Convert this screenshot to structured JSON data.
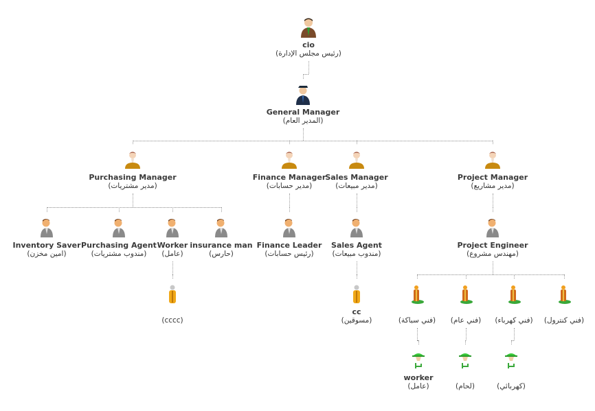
{
  "org_chart": {
    "nodes": [
      {
        "id": "cio",
        "title": "cio",
        "subtitle": "(رئيس مجلس الإدارة)",
        "icon": "executive-icon"
      },
      {
        "id": "gm",
        "title": "General Manager",
        "subtitle": "(المدير العام)",
        "icon": "manager-cap-icon"
      },
      {
        "id": "pm_purch",
        "title": "Purchasing Manager",
        "subtitle": "(مدير مشتريات)",
        "icon": "person-icon"
      },
      {
        "id": "pm_fin",
        "title": "Finance Manager",
        "subtitle": "(مدير حسابات)",
        "icon": "person-icon"
      },
      {
        "id": "pm_sales",
        "title": "Sales Manager",
        "subtitle": "(مدير مبيعات)",
        "icon": "person-icon"
      },
      {
        "id": "pm_proj",
        "title": "Project Manager",
        "subtitle": "(مدير مشاريع)",
        "icon": "person-icon"
      },
      {
        "id": "inv",
        "title": "Inventory Saver",
        "subtitle": "(امين مخزن)",
        "icon": "user-icon"
      },
      {
        "id": "pa",
        "title": "Purchasing Agent",
        "subtitle": "(مندوب مشتريات)",
        "icon": "user-icon"
      },
      {
        "id": "worker1",
        "title": "Worker",
        "subtitle": "(عامل)",
        "icon": "user-icon"
      },
      {
        "id": "ins",
        "title": "insurance man",
        "subtitle": "(حارس)",
        "icon": "user-icon"
      },
      {
        "id": "fl",
        "title": "Finance Leader",
        "subtitle": "(رئيس حسابات)",
        "icon": "user-icon"
      },
      {
        "id": "sa",
        "title": "Sales Agent",
        "subtitle": "(مندوب مبيعات)",
        "icon": "user-icon"
      },
      {
        "id": "pe",
        "title": "Project Engineer",
        "subtitle": "(مهندس مشروع)",
        "icon": "user-icon"
      },
      {
        "id": "cccc",
        "title": "",
        "subtitle": "(cccc)",
        "icon": "figure-icon"
      },
      {
        "id": "cc",
        "title": "cc",
        "subtitle": "(مسوقين)",
        "icon": "figure-icon"
      },
      {
        "id": "t_plumb",
        "title": "",
        "subtitle": "(فني سباكة)",
        "icon": "technician-icon"
      },
      {
        "id": "t_gen",
        "title": "",
        "subtitle": "(فني عام)",
        "icon": "technician-icon"
      },
      {
        "id": "t_elec",
        "title": "",
        "subtitle": "(فني كهرباء)",
        "icon": "technician-icon"
      },
      {
        "id": "t_ctrl",
        "title": "",
        "subtitle": "(فني كنترول)",
        "icon": "technician-icon"
      },
      {
        "id": "w_worker",
        "title": "worker",
        "subtitle": "(عامل)",
        "icon": "hardhat-worker-icon"
      },
      {
        "id": "w_welder",
        "title": "",
        "subtitle": "(لحام)",
        "icon": "hardhat-worker-icon"
      },
      {
        "id": "w_elec",
        "title": "",
        "subtitle": "(كهربائي)",
        "icon": "hardhat-worker-icon"
      }
    ],
    "edges": [
      [
        "cio",
        "gm"
      ],
      [
        "gm",
        "pm_purch"
      ],
      [
        "gm",
        "pm_fin"
      ],
      [
        "gm",
        "pm_sales"
      ],
      [
        "gm",
        "pm_proj"
      ],
      [
        "pm_purch",
        "inv"
      ],
      [
        "pm_purch",
        "pa"
      ],
      [
        "pm_purch",
        "worker1"
      ],
      [
        "pm_purch",
        "ins"
      ],
      [
        "pm_fin",
        "fl"
      ],
      [
        "pm_sales",
        "sa"
      ],
      [
        "pm_proj",
        "pe"
      ],
      [
        "worker1",
        "cccc"
      ],
      [
        "sa",
        "cc"
      ],
      [
        "pe",
        "t_plumb"
      ],
      [
        "pe",
        "t_gen"
      ],
      [
        "pe",
        "t_elec"
      ],
      [
        "pe",
        "t_ctrl"
      ],
      [
        "t_plumb",
        "w_worker"
      ],
      [
        "t_gen",
        "w_welder"
      ],
      [
        "t_elec",
        "w_elec"
      ]
    ]
  }
}
